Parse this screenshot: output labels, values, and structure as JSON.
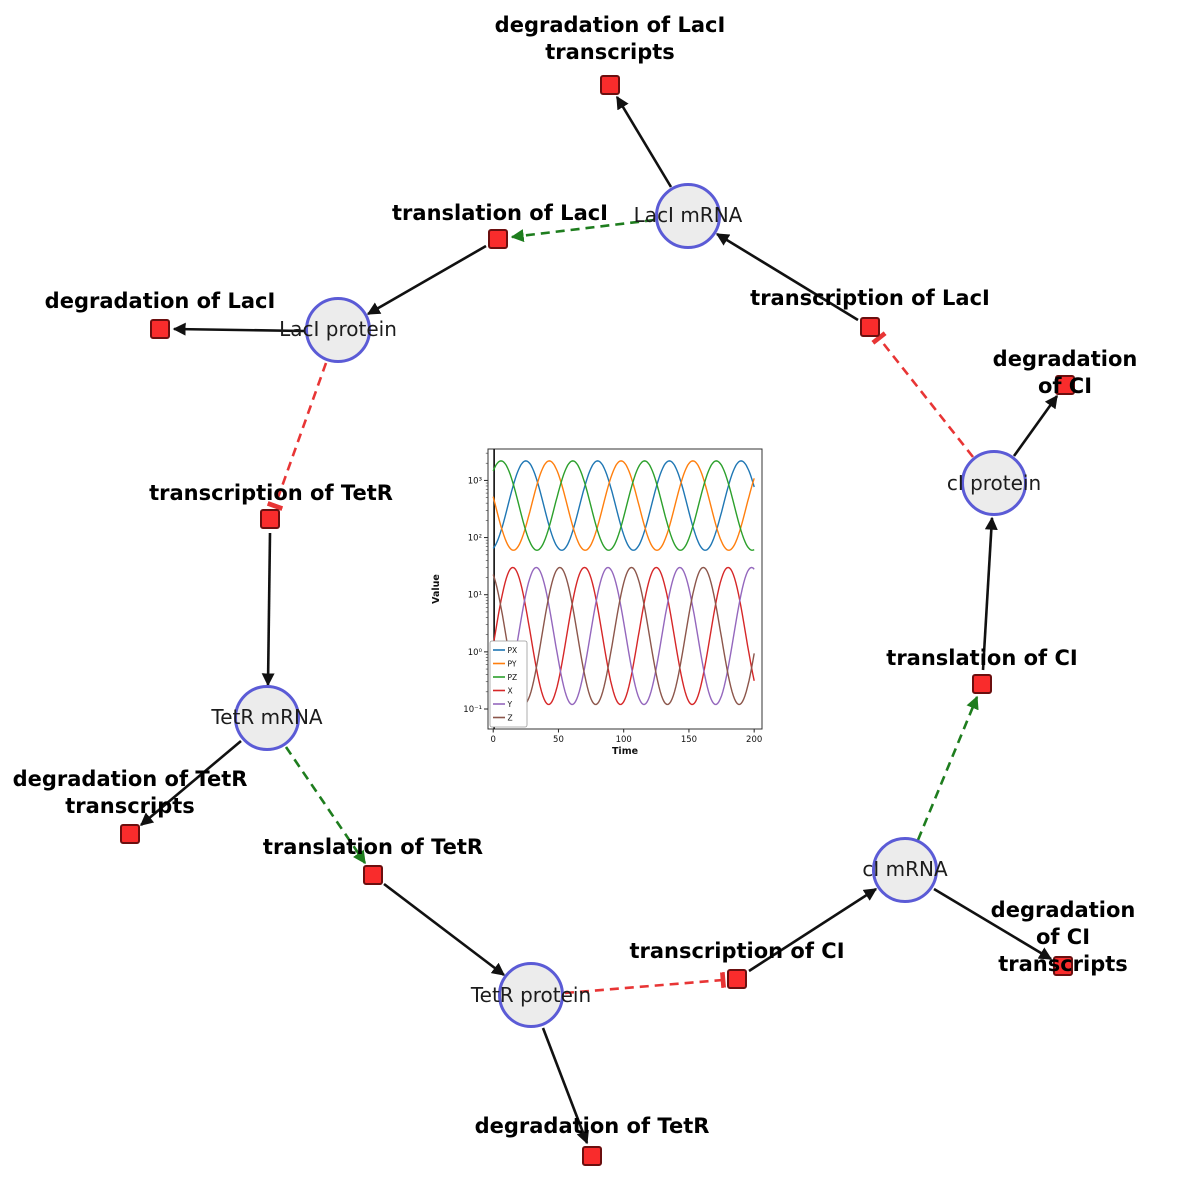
{
  "diagram": {
    "species": [
      {
        "id": "laci-mrna",
        "label": "LacI mRNA"
      },
      {
        "id": "laci-protein",
        "label": "LacI protein"
      },
      {
        "id": "tetr-mrna",
        "label": "TetR mRNA"
      },
      {
        "id": "tetr-protein",
        "label": "TetR protein"
      },
      {
        "id": "ci-mrna",
        "label": "cI mRNA"
      },
      {
        "id": "ci-protein",
        "label": "cI protein"
      }
    ],
    "reactions": [
      {
        "id": "degradation-laci-transcripts",
        "label": "degradation of LacI\ntranscripts"
      },
      {
        "id": "translation-laci",
        "label": "translation of LacI"
      },
      {
        "id": "degradation-laci",
        "label": "degradation of LacI"
      },
      {
        "id": "transcription-laci",
        "label": "transcription of LacI"
      },
      {
        "id": "degradation-ci",
        "label": "degradation of CI"
      },
      {
        "id": "transcription-tetr",
        "label": "transcription of TetR"
      },
      {
        "id": "translation-ci",
        "label": "translation of CI"
      },
      {
        "id": "degradation-tetr-transcripts",
        "label": "degradation of TetR\ntranscripts"
      },
      {
        "id": "translation-tetr",
        "label": "translation of TetR"
      },
      {
        "id": "transcription-ci",
        "label": "transcription of CI"
      },
      {
        "id": "degradation-ci-transcripts",
        "label": "degradation of CI\ntranscripts"
      },
      {
        "id": "degradation-tetr",
        "label": "degradation of TetR"
      }
    ],
    "edges": [
      {
        "from": "transcription of LacI",
        "to": "LacI mRNA",
        "type": "production"
      },
      {
        "from": "LacI mRNA",
        "to": "degradation of LacI transcripts",
        "type": "consumption"
      },
      {
        "from": "LacI mRNA",
        "to": "translation of LacI",
        "type": "modifier"
      },
      {
        "from": "translation of LacI",
        "to": "LacI protein",
        "type": "production"
      },
      {
        "from": "LacI protein",
        "to": "degradation of LacI",
        "type": "consumption"
      },
      {
        "from": "LacI protein",
        "to": "transcription of TetR",
        "type": "inhibition"
      },
      {
        "from": "transcription of TetR",
        "to": "TetR mRNA",
        "type": "production"
      },
      {
        "from": "TetR mRNA",
        "to": "degradation of TetR transcripts",
        "type": "consumption"
      },
      {
        "from": "TetR mRNA",
        "to": "translation of TetR",
        "type": "modifier"
      },
      {
        "from": "translation of TetR",
        "to": "TetR protein",
        "type": "production"
      },
      {
        "from": "TetR protein",
        "to": "degradation of TetR",
        "type": "consumption"
      },
      {
        "from": "TetR protein",
        "to": "transcription of CI",
        "type": "inhibition"
      },
      {
        "from": "transcription of CI",
        "to": "cI mRNA",
        "type": "production"
      },
      {
        "from": "cI mRNA",
        "to": "degradation of CI transcripts",
        "type": "consumption"
      },
      {
        "from": "cI mRNA",
        "to": "translation of CI",
        "type": "modifier"
      },
      {
        "from": "translation of CI",
        "to": "cI protein",
        "type": "production"
      },
      {
        "from": "cI protein",
        "to": "degradation of CI",
        "type": "consumption"
      },
      {
        "from": "cI protein",
        "to": "transcription of LacI",
        "type": "inhibition"
      }
    ],
    "colors": {
      "species_fill": "#ececec",
      "species_border": "#5b5bd6",
      "reaction_fill": "#f92c2c",
      "reaction_border": "#6b0f0f",
      "edge_default": "#111111",
      "edge_modifier": "#1e7d1e",
      "edge_inhibition": "#e83535"
    }
  },
  "chart_data": {
    "type": "line",
    "title": "",
    "xlabel": "Time",
    "ylabel": "Value",
    "x_range": [
      0,
      200
    ],
    "x_ticks": [
      0,
      50,
      100,
      150,
      200
    ],
    "y_scale": "log",
    "y_range": [
      0.1,
      3000
    ],
    "y_tick_values": [
      0.1,
      1,
      10,
      100,
      1000
    ],
    "y_tick_labels": [
      "10⁻¹",
      "10⁰",
      "10¹",
      "10²",
      "10³"
    ],
    "grid": false,
    "legend_position": "lower left",
    "oscillation_period": 55,
    "series": [
      {
        "name": "PX",
        "color": "#1f77b4",
        "min": 60,
        "max": 2200,
        "peak_time": 25
      },
      {
        "name": "PY",
        "color": "#ff7f0e",
        "min": 60,
        "max": 2200,
        "peak_time": 43
      },
      {
        "name": "PZ",
        "color": "#2ca02c",
        "min": 60,
        "max": 2200,
        "peak_time": 61
      },
      {
        "name": "X",
        "color": "#d62728",
        "min": 0.12,
        "max": 30,
        "peak_time": 15
      },
      {
        "name": "Y",
        "color": "#9467bd",
        "min": 0.12,
        "max": 30,
        "peak_time": 33
      },
      {
        "name": "Z",
        "color": "#8c564b",
        "min": 0.12,
        "max": 30,
        "peak_time": 51
      }
    ]
  }
}
